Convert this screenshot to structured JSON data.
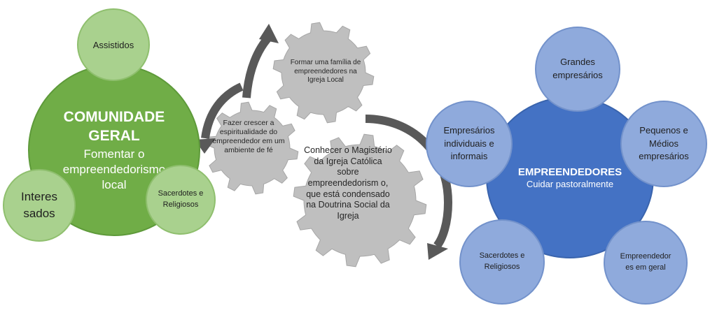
{
  "community": {
    "title": "COMUNIDADE GERAL",
    "subtitle": "Fomentar o empreendedorismo local",
    "satellites": [
      "Assistidos",
      "Interes sados",
      "Sacerdotes e Religiosos"
    ],
    "colors": {
      "main": "#70ad47",
      "satellite": "#a9d18e"
    }
  },
  "entrepreneurs": {
    "title": "EMPREENDEDORES",
    "subtitle": "Cuidar pastoralmente",
    "satellites": [
      "Grandes empresários",
      "Pequenos e Médios empresários",
      "Empreendedor es em geral",
      "Sacerdotes e Religiosos",
      "Empresários individuais e informais"
    ],
    "colors": {
      "main": "#4472c4",
      "satellite": "#8faadc"
    }
  },
  "gears": [
    "Formar uma família de empreendedores na Igreja Local",
    "Fazer crescer a espiritualidade do empreendedor em um ambiente de fé",
    "Conhecer o Magistério da Igreja Católica sobre empreendedorism o, que está condensado na Doutrina Social da Igreja"
  ],
  "gear_color": "#bfbfbf",
  "arrow_color": "#595959"
}
